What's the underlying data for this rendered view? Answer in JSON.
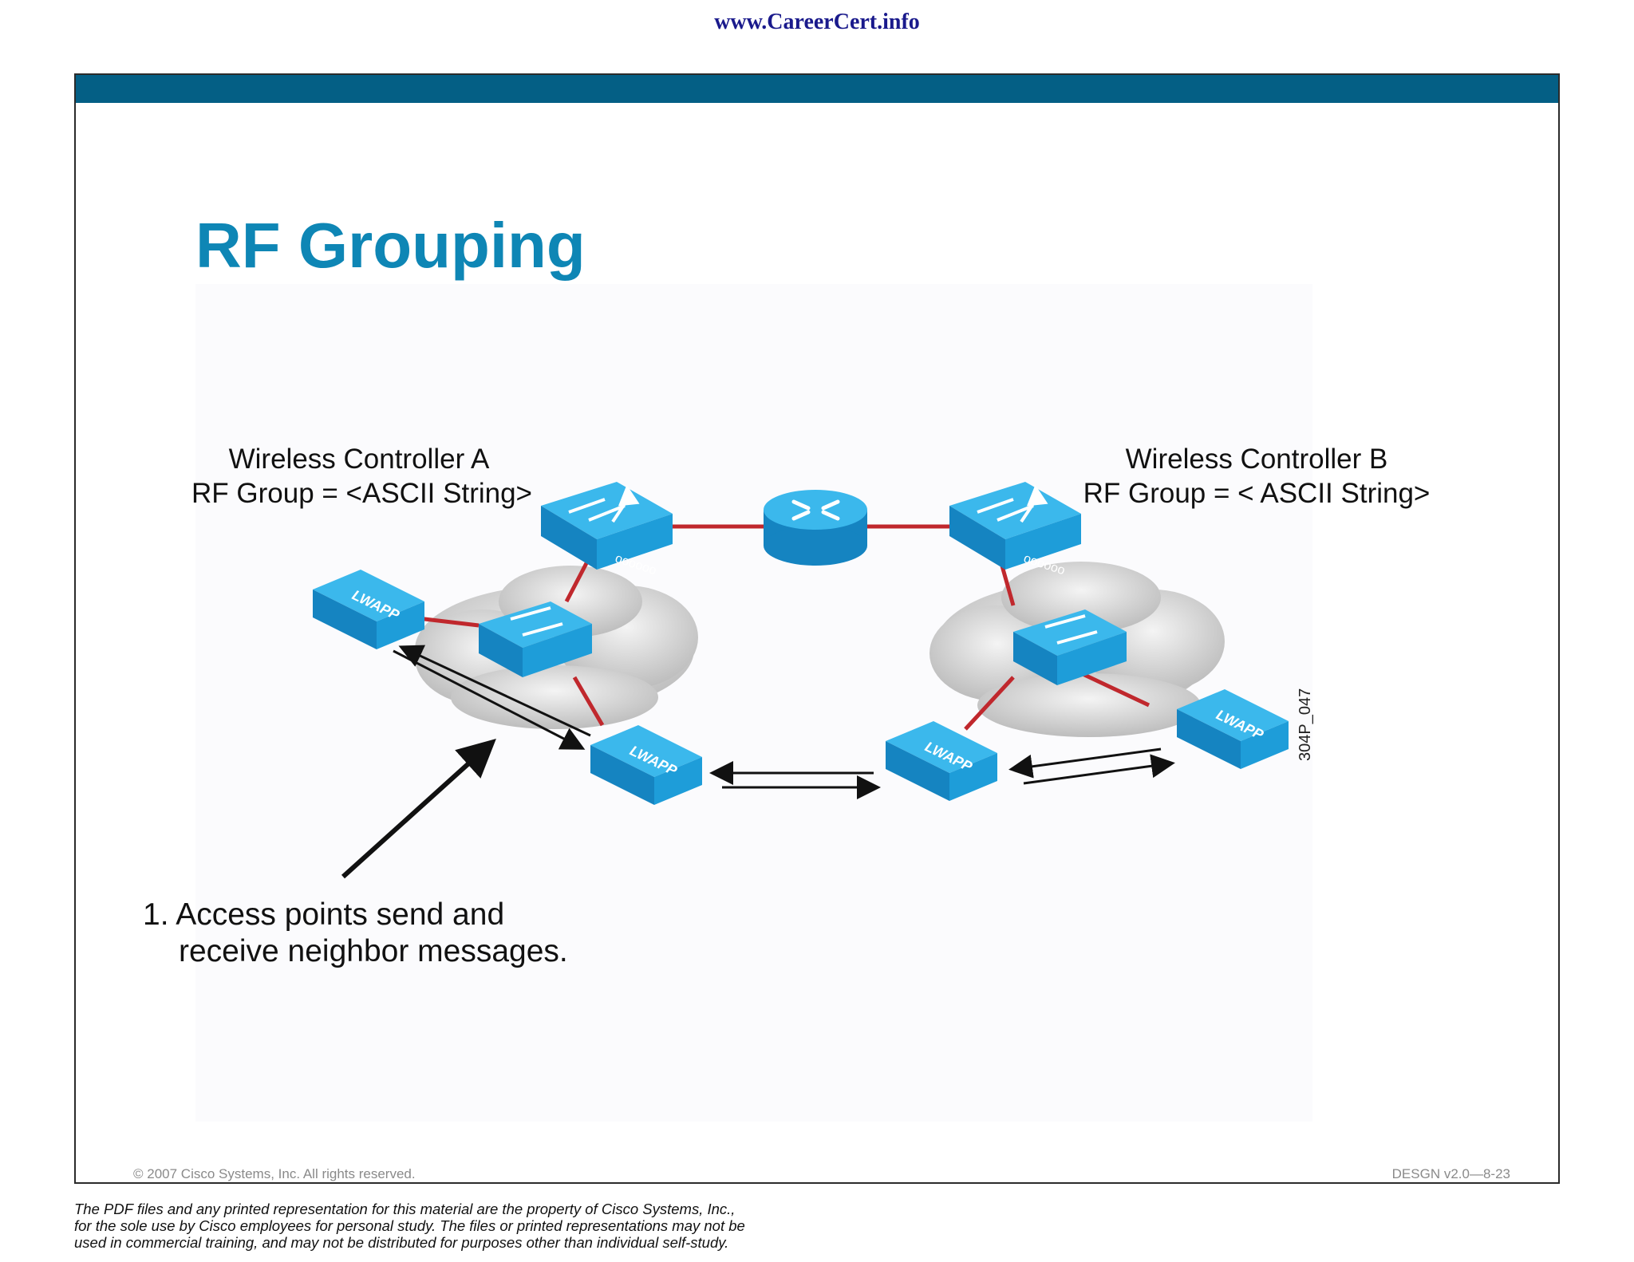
{
  "site_url": "www.CareerCert.info",
  "slide": {
    "title": "RF Grouping",
    "controller_a": {
      "line1": "Wireless Controller A",
      "line2": "RF Group = <ASCII String>"
    },
    "controller_b": {
      "line1": "Wireless Controller B",
      "line2": "RF Group = < ASCII String>"
    },
    "caption": {
      "line1": "1. Access points send and",
      "line2": "receive neighbor messages."
    },
    "figure_id": "304P_047",
    "device_label": "LWAPP",
    "copyright": "© 2007 Cisco Systems, Inc. All rights reserved.",
    "course_code": "DESGN v2.0—8-23"
  },
  "disclaimer": {
    "line1": "The PDF files and any printed representation for this material are the property of Cisco Systems, Inc.,",
    "line2": "for the sole use by Cisco employees for personal study. The files or printed representations may not be",
    "line3": "used in commercial training, and may not be distributed for purposes other than individual self-study."
  },
  "colors": {
    "header_bar": "#045f85",
    "title": "#0e86b5",
    "device_blue": "#1a9cd8",
    "link_red": "#c0282d"
  }
}
